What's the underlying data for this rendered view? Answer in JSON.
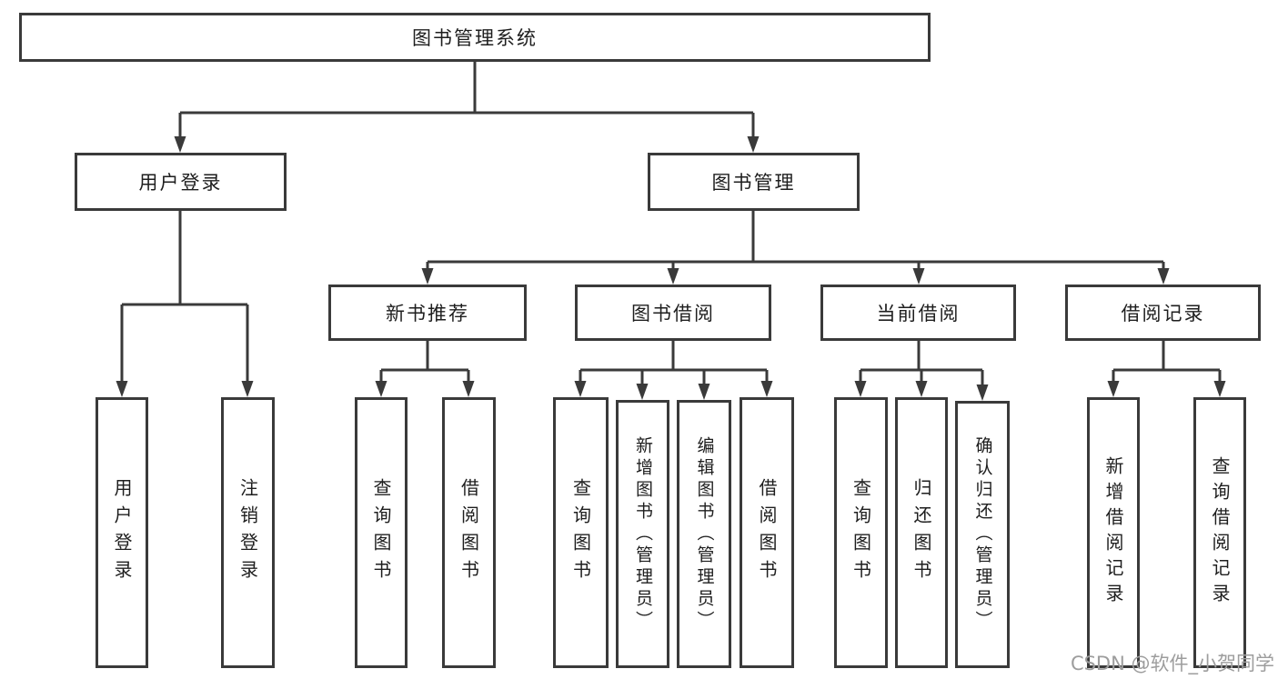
{
  "nodes": {
    "root": "图书管理系统",
    "userLogin": "用户登录",
    "bookManagement": "图书管理",
    "newBookRecommendation": "新书推荐",
    "bookBorrowing": "图书借阅",
    "currentBorrowing": "当前借阅",
    "borrowingRecords": "借阅记录",
    "userLoginLeaf": "用户登录",
    "logoutLeaf": "注销登录",
    "queryBooks1": "查询图书",
    "borrowBooks1": "借阅图书",
    "queryBooks2": "查询图书",
    "addBookAdmin": "新增图书（管理员）",
    "editBookAdmin": "编辑图书（管理员）",
    "borrowBooks2": "借阅图书",
    "queryBooks3": "查询图书",
    "returnBook": "归还图书",
    "confirmReturnAdmin": "确认归还（管理员）",
    "addBorrowRecord": "新增借阅记录",
    "queryBorrowRecord": "查询借阅记录"
  },
  "colors": {
    "line": "#3a3a3a",
    "text": "#1e1e1e",
    "watermark": "#9d9d9d",
    "background": "#ffffff"
  },
  "watermark": "CSDN @软件_小贺同学"
}
